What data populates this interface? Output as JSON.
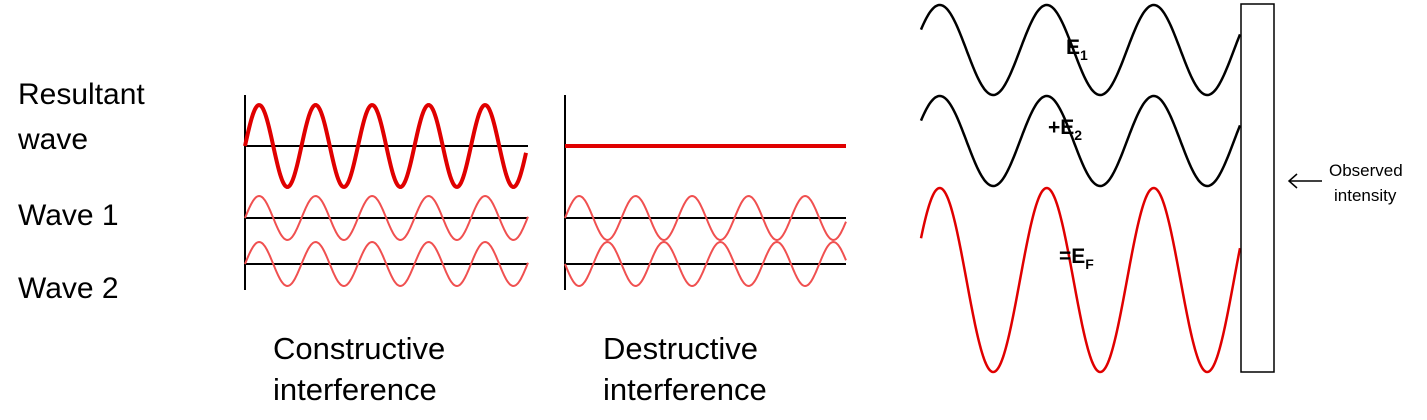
{
  "labels": {
    "row_resultant_1": "Resultant",
    "row_resultant_2": "wave",
    "row_wave1": "Wave 1",
    "row_wave2": "Wave 2",
    "caption_constructive_1": "Constructive",
    "caption_constructive_2": "interference",
    "caption_destructive_1": "Destructive",
    "caption_destructive_2": "interference",
    "e1": "E",
    "e1_sub": "1",
    "e2": "+E",
    "e2_sub": "2",
    "ef": "=E",
    "ef_sub": "F",
    "observed_1": "Observed",
    "observed_2": "intensity"
  },
  "colors": {
    "red": "#e00000",
    "light_red": "#f05050",
    "black": "#000000"
  }
}
